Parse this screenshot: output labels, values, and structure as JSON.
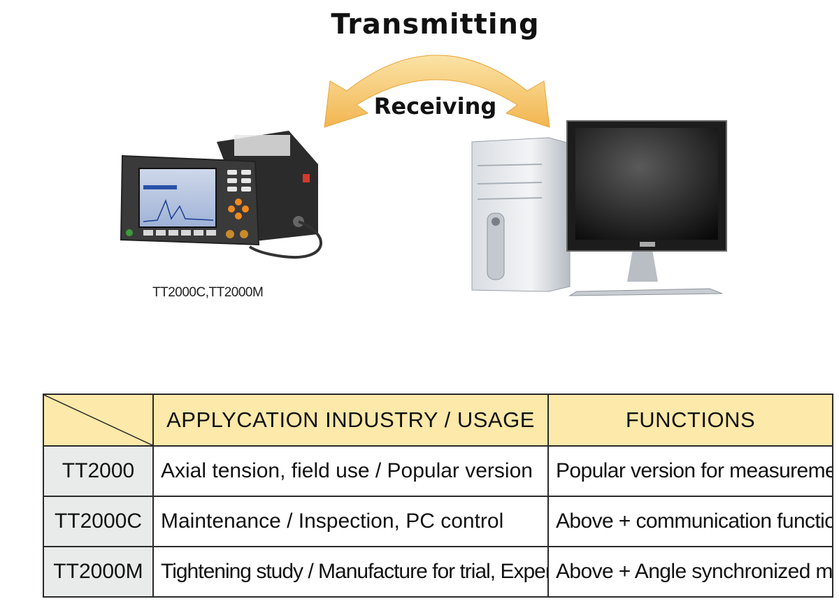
{
  "diagram": {
    "transmit_label": "Transmitting",
    "receive_label": "Receiving",
    "arrow_color": "#f5c76a",
    "device_caption": "TT2000C,TT2000M"
  },
  "table": {
    "header_color": "#fde9a9",
    "model_cell_color": "#e9ebeb",
    "headers": [
      "APPLYCATION INDUSTRY / USAGE",
      "FUNCTIONS"
    ],
    "rows": [
      {
        "model": "TT2000",
        "usage": "Axial tension, field use / Popular version",
        "functions": "Popular version for measurement only"
      },
      {
        "model": "TT2000C",
        "usage": "Maintenance / Inspection, PC control",
        "functions": "Above + communication function"
      },
      {
        "model": "TT2000M",
        "usage": "Tightening study / Manufacture for trial, Experiment, Study",
        "functions": "Above + Angle synchronized mode"
      }
    ]
  }
}
